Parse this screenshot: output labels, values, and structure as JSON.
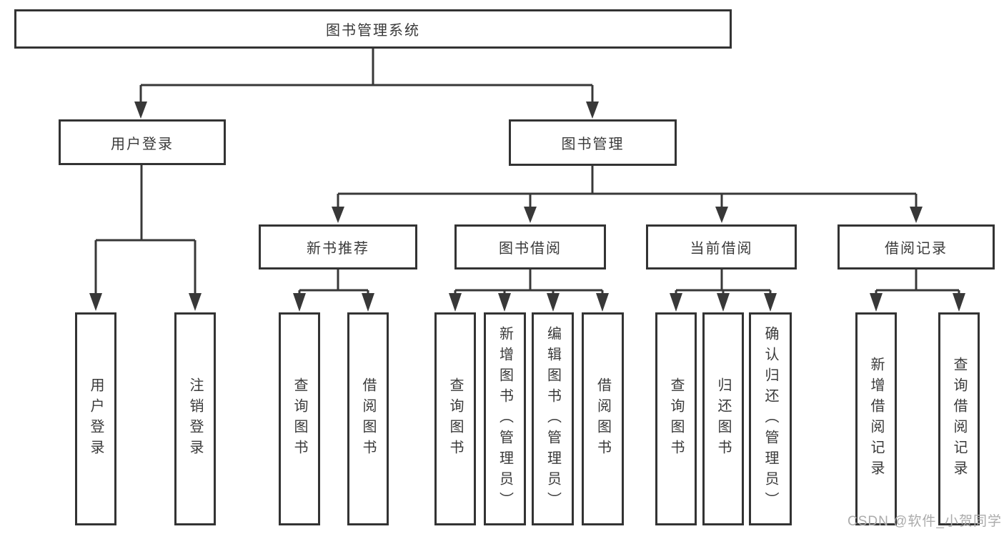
{
  "diagram": {
    "title": "图书管理系统",
    "nodes": {
      "root": "图书管理系统",
      "user_login": "用户登录",
      "book_mgmt": "图书管理",
      "new_book_rec": "新书推荐",
      "book_borrow": "图书借阅",
      "current_borrow": "当前借阅",
      "borrow_records": "借阅记录",
      "leaf_user_login": "用户登录",
      "leaf_logout": "注销登录",
      "leaf_nb_query": "查询图书",
      "leaf_nb_borrow": "借阅图书",
      "leaf_bb_query": "查询图书",
      "leaf_bb_add": "新增图书（管理员）",
      "leaf_bb_edit": "编辑图书（管理员）",
      "leaf_bb_borrow": "借阅图书",
      "leaf_cb_query": "查询图书",
      "leaf_cb_return": "归还图书",
      "leaf_cb_confirm": "确认归还（管理员）",
      "leaf_br_add": "新增借阅记录",
      "leaf_br_query": "查询借阅记录"
    },
    "hierarchy": {
      "图书管理系统": {
        "用户登录": [
          "用户登录",
          "注销登录"
        ],
        "图书管理": {
          "新书推荐": [
            "查询图书",
            "借阅图书"
          ],
          "图书借阅": [
            "查询图书",
            "新增图书（管理员）",
            "编辑图书（管理员）",
            "借阅图书"
          ],
          "当前借阅": [
            "查询图书",
            "归还图书",
            "确认归还（管理员）"
          ],
          "借阅记录": [
            "新增借阅记录",
            "查询借阅记录"
          ]
        }
      }
    }
  },
  "watermark": {
    "text": "CSDN @软件_小贺同学"
  },
  "colors": {
    "line": "#383838",
    "border": "#333333",
    "text": "#3a3a3a",
    "watermark": "#ababab",
    "background": "#ffffff"
  }
}
